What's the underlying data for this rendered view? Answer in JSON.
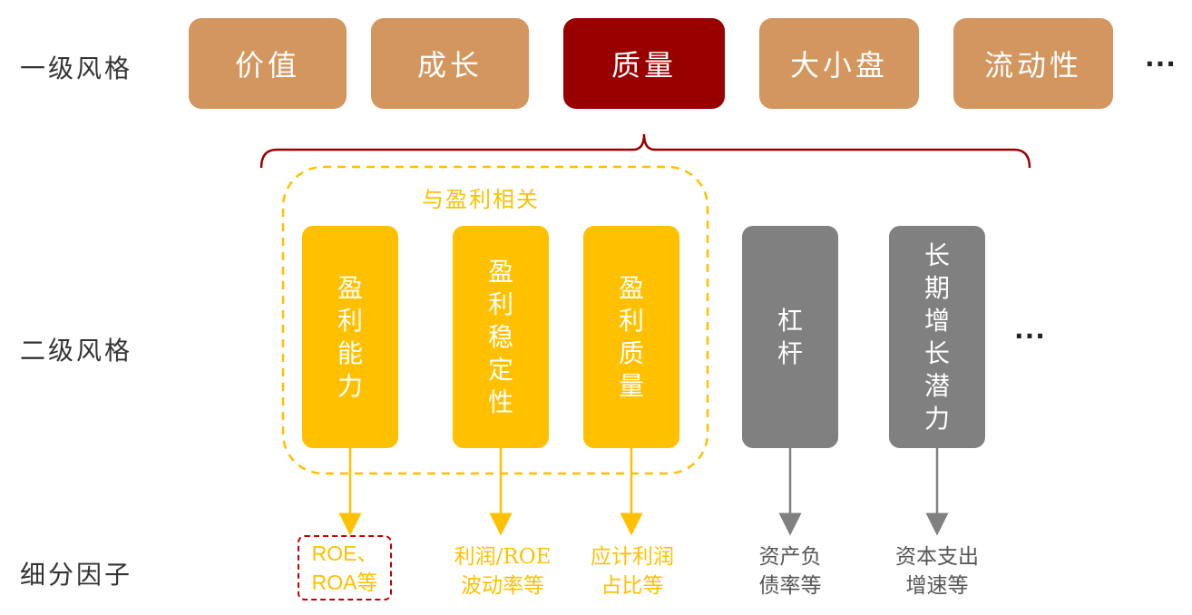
{
  "row_labels": {
    "level1": "一级风格",
    "level2": "二级风格",
    "factors": "细分因子"
  },
  "level1_styles": [
    "价值",
    "成长",
    "质量",
    "大小盘",
    "流动性"
  ],
  "level1_ellipsis": "···",
  "level2_group_label": "与盈利相关",
  "level2_styles": [
    "盈利能力",
    "盈利稳定性",
    "盈利质量",
    "杠杆",
    "长期增长潜力"
  ],
  "level2_ellipsis": "···",
  "factors": [
    {
      "line1": "ROE、",
      "line2": "ROA等"
    },
    {
      "line1": "利润/ROE",
      "line2": "波动率等"
    },
    {
      "line1": "应计利润",
      "line2": "占比等"
    },
    {
      "line1": "资产负",
      "line2": "债率等"
    },
    {
      "line1": "资本支出",
      "line2": "增速等"
    }
  ],
  "colors": {
    "level1_default": "#d4965f",
    "level1_active": "#990000",
    "profit_yellow": "#ffc000",
    "gray": "#808080",
    "highlight_red": "#c00000"
  }
}
